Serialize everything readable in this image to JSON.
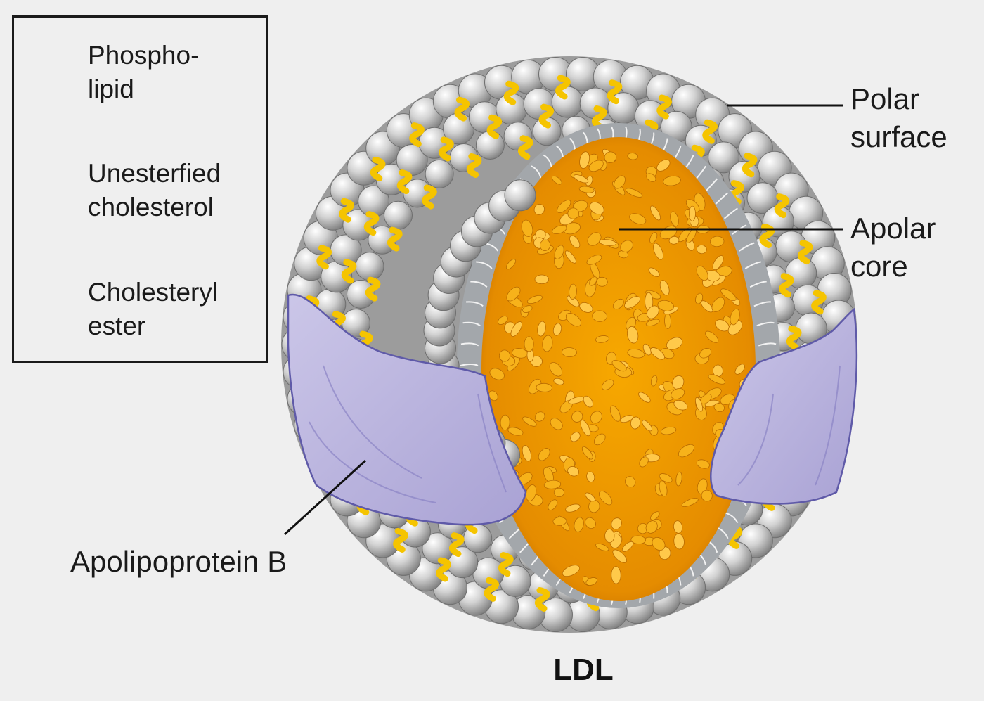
{
  "title": "LDL",
  "legend": {
    "phospholipid": {
      "label": "Phospho-\nlipid",
      "icon": "phospholipid-icon"
    },
    "unesterified_cholesterol": {
      "label": "Unesterfied\ncholesterol",
      "icon": "cholesterol-icon"
    },
    "cholesteryl_ester": {
      "label": "Cholesteryl\nester",
      "icon": "cholesteryl-ester-icon"
    }
  },
  "callouts": {
    "polar_surface": "Polar\nsurface",
    "apolar_core": "Apolar\ncore",
    "apolipoprotein_b": "Apolipoprotein B"
  },
  "colors": {
    "background": "#efefef",
    "phospholipid_head": "#c8c8c8",
    "cholesterol": "#f5c400",
    "cholesteryl_ester": "#f0a000",
    "core_dark": "#b86400",
    "protein": "#b9b3dc",
    "protein_edge": "#5f5aa8"
  }
}
